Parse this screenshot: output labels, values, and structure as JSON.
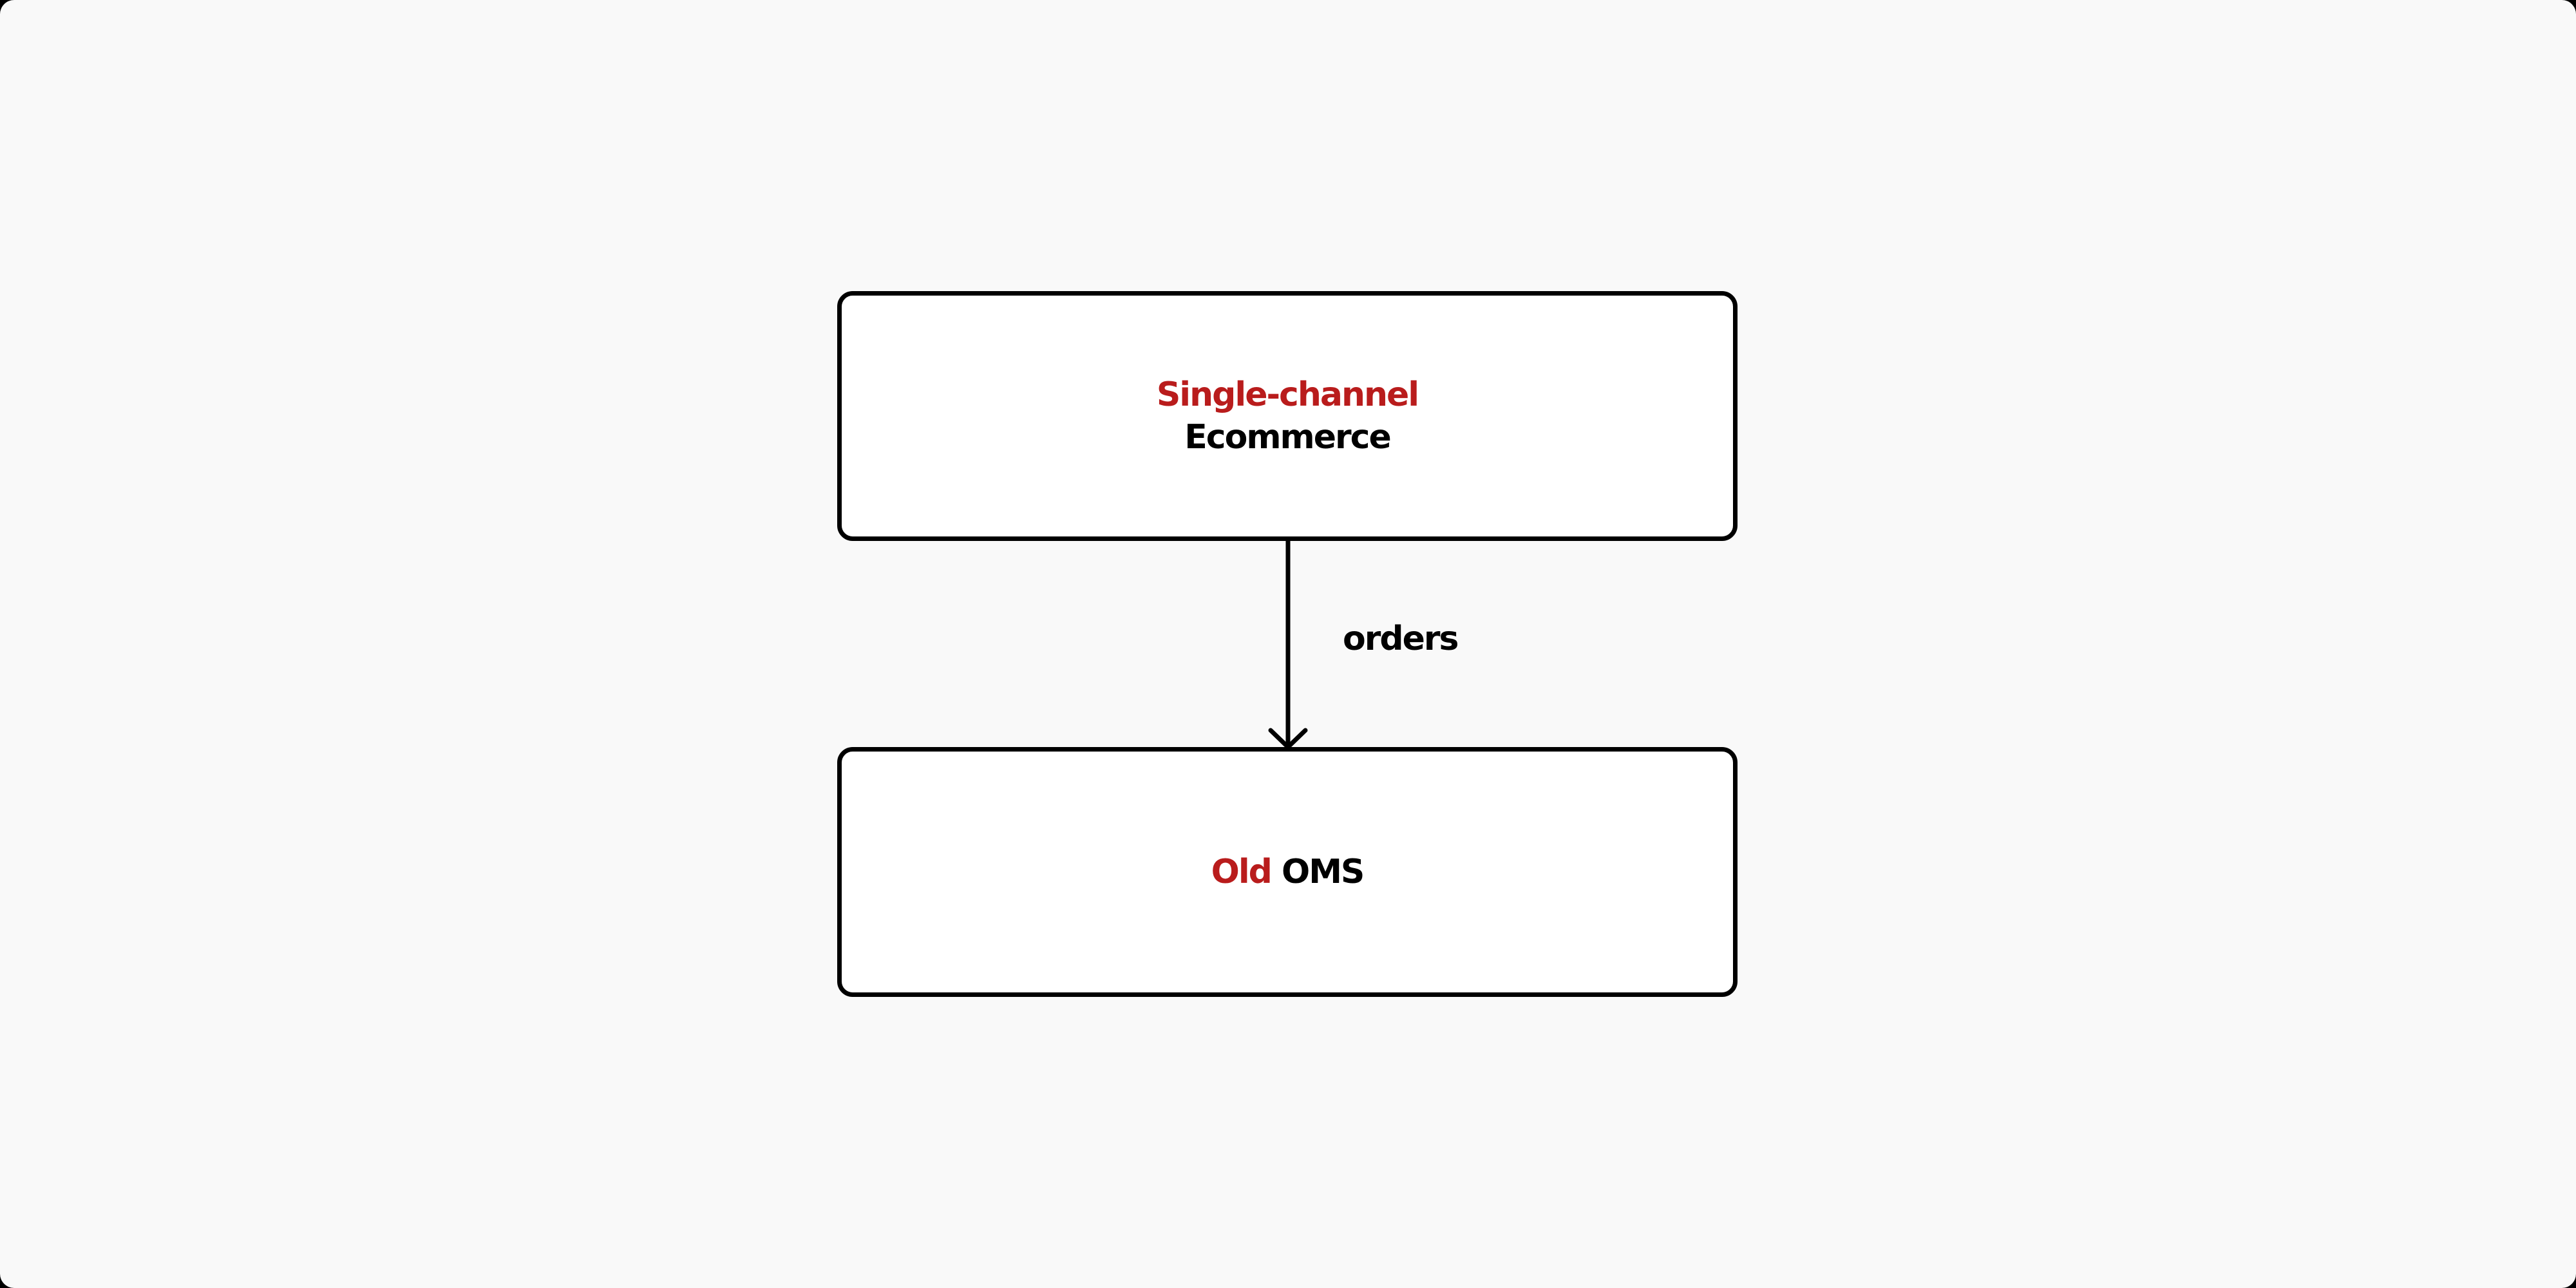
{
  "diagram": {
    "background_color": "#F9F9F9",
    "accent_color": "#B91C1C",
    "nodes": [
      {
        "id": "ecommerce",
        "line1_accent": "Single-channel",
        "line2": "Ecommerce"
      },
      {
        "id": "oms",
        "accent": "Old",
        "label": "OMS"
      }
    ],
    "edges": [
      {
        "from": "ecommerce",
        "to": "oms",
        "label": "orders",
        "direction": "down"
      }
    ]
  }
}
